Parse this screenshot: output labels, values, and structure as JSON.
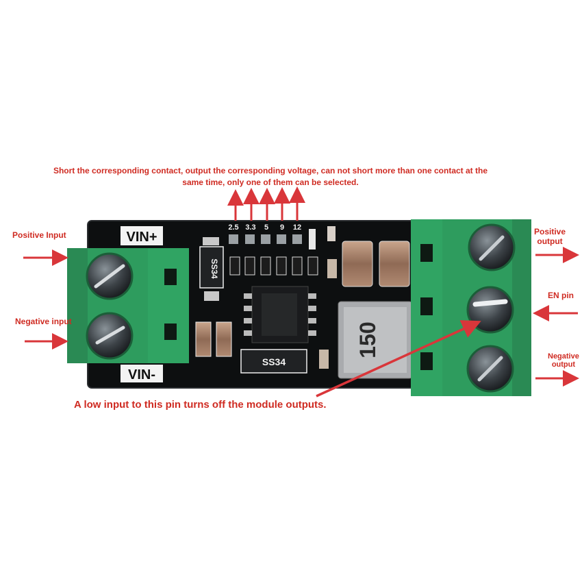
{
  "annotations": {
    "top_note_line1": "Short the corresponding contact, output the corresponding voltage, can not short more than one contact at the",
    "top_note_line2": "same time, only one of them can be selected.",
    "positive_input": "Positive Input",
    "negative_input": "Negative input",
    "positive_output_line1": "Positive",
    "positive_output_line2": "output",
    "en_pin": "EN pin",
    "negative_output_line1": "Negative",
    "negative_output_line2": "output",
    "low_input_note": "A low input to this pin turns off the module outputs."
  },
  "board_silkscreen": {
    "vin_plus": "VIN+",
    "vin_minus": "VIN-",
    "voltage_options": [
      "2.5",
      "3.3",
      "5",
      "9",
      "12"
    ],
    "diode_top": "SS34",
    "diode_bottom": "SS34",
    "inductor": "150"
  },
  "colors": {
    "annotation_red": "#cf2b22",
    "terminal_green": "#2e9c5e",
    "pcb_black": "#0d0f10"
  }
}
